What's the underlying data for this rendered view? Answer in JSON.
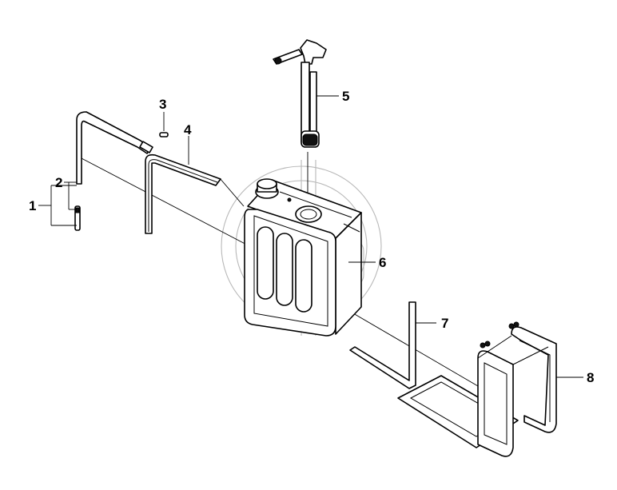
{
  "callouts": {
    "c1": "1",
    "c2": "2",
    "c3": "3",
    "c4": "4",
    "c5": "5",
    "c6": "6",
    "c7": "7",
    "c8": "8"
  },
  "parts": [
    {
      "callout": "1",
      "icon": "strap-fastener"
    },
    {
      "callout": "2",
      "icon": "strap-long"
    },
    {
      "callout": "3",
      "icon": "pin"
    },
    {
      "callout": "4",
      "icon": "rubber-pad"
    },
    {
      "callout": "5",
      "icon": "fuel-level-sender"
    },
    {
      "callout": "6",
      "icon": "fuel-tank"
    },
    {
      "callout": "7",
      "icon": "rubber-pad-angle"
    },
    {
      "callout": "8",
      "icon": "tank-bracket"
    }
  ],
  "colors": {
    "line": "#000000",
    "guide": "#b8b8b8",
    "background": "#ffffff"
  }
}
